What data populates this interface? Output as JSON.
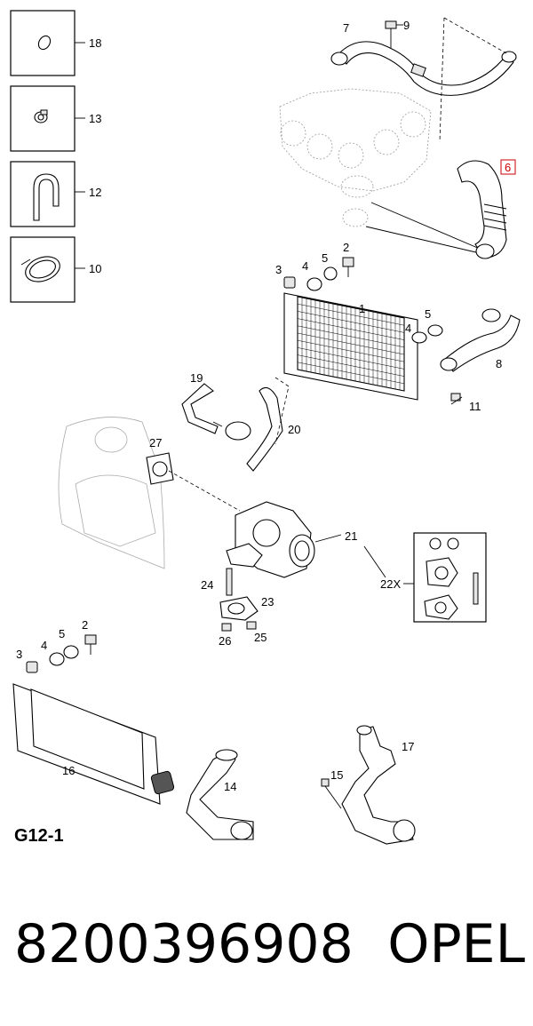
{
  "diagram": {
    "code": "G12-1",
    "legend_callouts": [
      "18",
      "13",
      "12",
      "10"
    ],
    "upper_callouts": {
      "c7": "7",
      "c9": "9",
      "c6": "6",
      "c3": "3",
      "c4": "4",
      "c5": "5",
      "c2": "2",
      "c1": "1",
      "c4b": "4",
      "c5b": "5",
      "c8": "8",
      "c11": "11"
    },
    "middle_callouts": {
      "c19": "19",
      "c20": "20",
      "c27": "27",
      "c21": "21",
      "c22x": "22X",
      "c24": "24",
      "c23": "23",
      "c26": "26",
      "c25": "25"
    },
    "lower_callouts": {
      "c2": "2",
      "c5": "5",
      "c4": "4",
      "c3": "3",
      "c16": "16",
      "c14": "14",
      "c17": "17",
      "c15": "15"
    }
  },
  "footer": {
    "part_number": "8200396908",
    "brand": "OPEL"
  }
}
